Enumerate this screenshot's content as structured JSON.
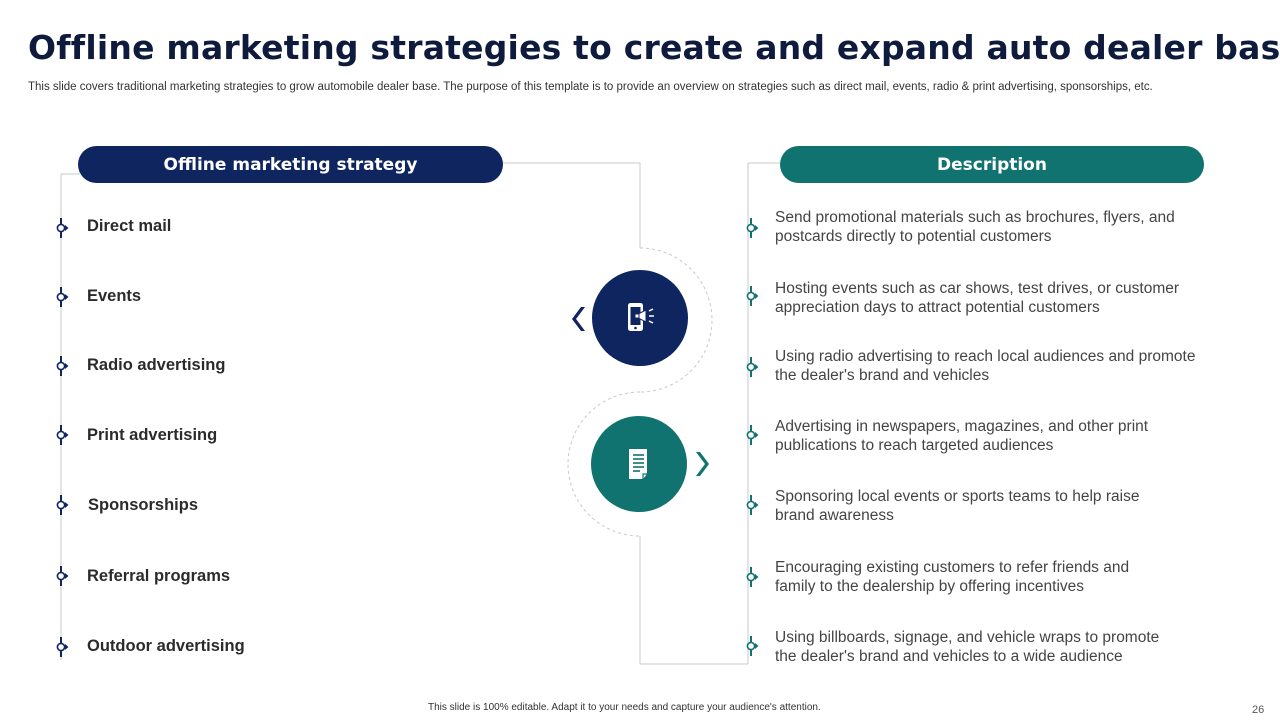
{
  "slide": {
    "title": "Offline marketing strategies to create and expand auto dealer base",
    "subtitle": "This slide covers traditional marketing strategies to grow automobile dealer base. The purpose of this template is to provide an overview on strategies such as direct mail, events, radio & print advertising, sponsorships, etc.",
    "footer": "This slide is 100% editable.  Adapt it to your needs and capture your audience's attention.",
    "page_number": "26"
  },
  "headers": {
    "strategy": "Offline marketing strategy",
    "description": "Description"
  },
  "strategies": [
    "Direct mail",
    "Events",
    "Radio advertising",
    "Print advertising",
    "Sponsorships",
    "Referral programs",
    "Outdoor advertising"
  ],
  "descriptions": [
    [
      "Send promotional materials such as brochures, flyers, and",
      "postcards directly to potential customers"
    ],
    [
      "Hosting events such as car shows, test drives, or customer",
      "appreciation days to attract potential customers"
    ],
    [
      "Using radio advertising to reach local audiences and promote",
      "the dealer's brand and vehicles"
    ],
    [
      "Advertising in newspapers, magazines, and other print",
      "publications to reach targeted audiences"
    ],
    [
      "Sponsoring local events  or sports teams to help raise",
      "brand awareness"
    ],
    [
      "Encouraging existing customers to refer friends and",
      "family to the dealership by offering incentives"
    ],
    [
      "Using billboards, signage, and vehicle wraps to promote",
      "the dealer's brand and vehicles to a wide audience"
    ]
  ],
  "icons": {
    "top": "mobile-megaphone-icon",
    "bottom": "document-scroll-icon",
    "chevron_left": "chevron-left-icon",
    "chevron_right": "chevron-right-icon"
  },
  "colors": {
    "navy": "#0f2560",
    "teal": "#117370",
    "line": "#c9c9c9"
  }
}
